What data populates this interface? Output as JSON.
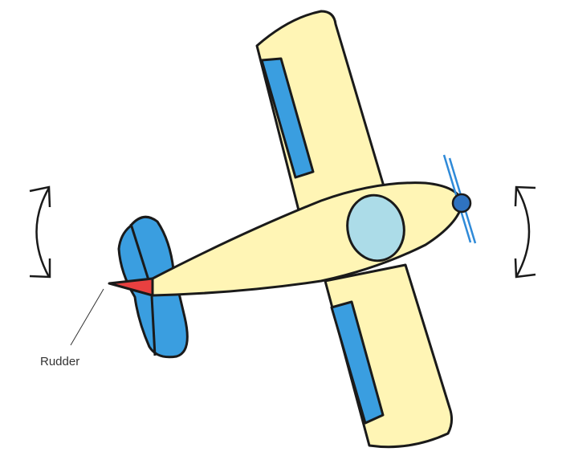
{
  "diagram": {
    "subject": "Airplane top view showing rudder control",
    "labels": {
      "rudder": "Rudder"
    },
    "parts": [
      "fuselage",
      "top-wing",
      "bottom-wing",
      "top-aileron",
      "bottom-aileron",
      "cockpit",
      "propeller",
      "spinner",
      "horizontal-stabilizer",
      "rudder",
      "left-yaw-arrow",
      "right-yaw-arrow"
    ],
    "colors": {
      "body": "#fff5b5",
      "control_surface": "#3a9ee0",
      "cockpit": "#acdce8",
      "rudder": "#e84040",
      "spinner": "#2f73c0",
      "propeller": "#2f8ad8",
      "outline": "#1a1a1a"
    }
  }
}
